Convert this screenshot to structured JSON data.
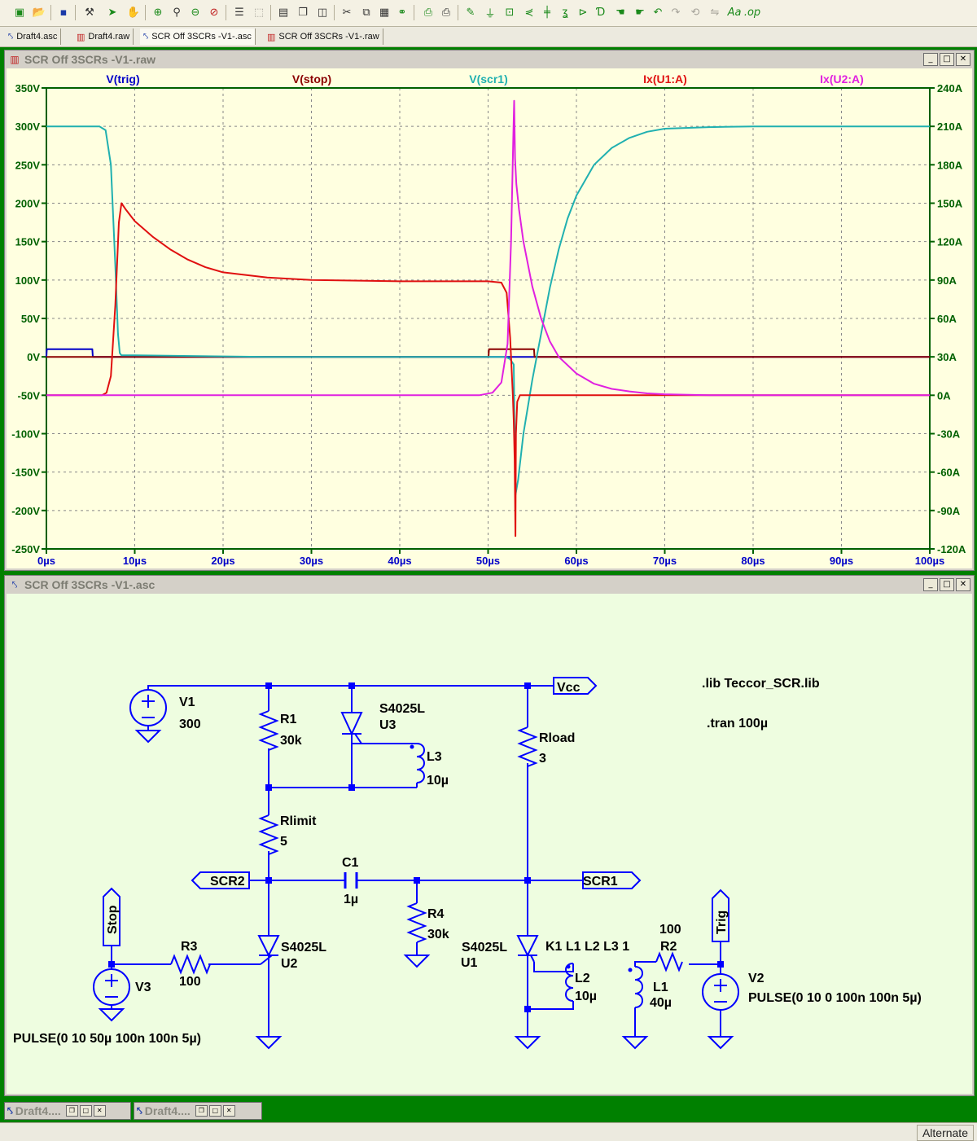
{
  "toolbar": {
    "buttons": [
      "new-schematic",
      "open",
      "save",
      "control-panel",
      "run",
      "halt",
      "zoom-in",
      "zoom-pan",
      "zoom-out",
      "zoom-cancel",
      "autorange",
      "zoom-rect",
      "tile-horizontal",
      "cascade",
      "tile-vertical",
      "cut",
      "copy",
      "paste",
      "find",
      "print-setup",
      "print",
      "wire",
      "ground",
      "label-net",
      "resistor",
      "capacitor",
      "inductor",
      "diode",
      "component",
      "move",
      "drag",
      "undo",
      "redo",
      "rotate",
      "mirror",
      "text",
      "spice-directive"
    ]
  },
  "tabs": [
    {
      "label": "Draft4.asc",
      "icon": "schematic-icon"
    },
    {
      "label": "Draft4.raw",
      "icon": "waveform-icon"
    },
    {
      "label": "SCR Off 3SCRs -V1-.asc",
      "icon": "schematic-icon",
      "active": true
    },
    {
      "label": "SCR Off 3SCRs -V1-.raw",
      "icon": "waveform-icon"
    }
  ],
  "wave_window": {
    "title": "SCR Off 3SCRs -V1-.raw"
  },
  "sch_window": {
    "title": "SCR Off 3SCRs -V1-.asc"
  },
  "chart_data": {
    "type": "line",
    "x_unit": "µs",
    "xlim": [
      0,
      100
    ],
    "x_ticks": [
      "0µs",
      "10µs",
      "20µs",
      "30µs",
      "40µs",
      "50µs",
      "60µs",
      "70µs",
      "80µs",
      "90µs",
      "100µs"
    ],
    "left_axis": {
      "unit": "V",
      "ylim": [
        -250,
        350
      ],
      "ticks": [
        "350V",
        "300V",
        "250V",
        "200V",
        "150V",
        "100V",
        "50V",
        "0V",
        "-50V",
        "-100V",
        "-150V",
        "-200V",
        "-250V"
      ]
    },
    "right_axis": {
      "unit": "A",
      "ylim": [
        -120,
        240
      ],
      "ticks": [
        "240A",
        "210A",
        "180A",
        "150A",
        "120A",
        "90A",
        "60A",
        "30A",
        "0A",
        "-30A",
        "-60A",
        "-90A",
        "-120A"
      ]
    },
    "grid": true,
    "series": [
      {
        "name": "V(trig)",
        "color": "#0000c8",
        "axis": "left",
        "x": [
          0,
          0.05,
          5.2,
          5.25,
          100
        ],
        "y": [
          0,
          10,
          10,
          0,
          0
        ]
      },
      {
        "name": "V(stop)",
        "color": "#8b0000",
        "axis": "left",
        "x": [
          0,
          50.05,
          50.1,
          55.2,
          55.25,
          100
        ],
        "y": [
          0,
          0,
          10,
          10,
          0,
          0
        ]
      },
      {
        "name": "V(scr1)",
        "color": "#20b0b0",
        "axis": "left",
        "x": [
          0,
          6,
          6.7,
          7.3,
          7.8,
          8.1,
          8.3,
          8.5,
          10,
          25,
          52,
          52.5,
          52.9,
          53.1,
          53.4,
          54,
          55,
          56,
          57,
          58,
          59,
          60,
          62,
          64,
          66,
          68,
          70,
          75,
          80,
          100
        ],
        "y": [
          300,
          300,
          295,
          250,
          120,
          30,
          5,
          2,
          2,
          0,
          0,
          -3,
          -10,
          -180,
          -160,
          -100,
          -30,
          30,
          90,
          140,
          180,
          210,
          250,
          272,
          285,
          293,
          297,
          299,
          300,
          300
        ]
      },
      {
        "name": "Ix(U1:A)",
        "color": "#e01010",
        "axis": "right",
        "x": [
          0,
          6.3,
          6.8,
          7.3,
          7.8,
          8.2,
          8.5,
          9,
          10,
          11,
          12,
          14,
          16,
          18,
          20,
          25,
          30,
          40,
          50,
          51.5,
          52.1,
          52.5,
          52.8,
          52.9,
          53.0,
          53.1,
          53.15,
          53.3,
          53.6,
          54,
          55,
          60,
          100
        ],
        "y": [
          0,
          0,
          2,
          15,
          70,
          135,
          150,
          145,
          136,
          130,
          124,
          114,
          106,
          100,
          96,
          92,
          90,
          89,
          89,
          88,
          80,
          45,
          0,
          -20,
          -50,
          -110,
          -30,
          -5,
          0,
          0,
          0,
          0,
          0
        ]
      },
      {
        "name": "Ix(U2:A)",
        "color": "#e020e0",
        "axis": "right",
        "x": [
          0,
          49,
          50.5,
          51.5,
          52.2,
          52.6,
          52.85,
          52.95,
          53.05,
          53.2,
          53.5,
          54,
          55,
          56,
          57,
          58,
          60,
          62,
          64,
          66,
          68,
          70,
          75,
          100
        ],
        "y": [
          0,
          0,
          2,
          10,
          40,
          120,
          200,
          230,
          185,
          165,
          145,
          120,
          85,
          60,
          42,
          30,
          17,
          9,
          5,
          3,
          1.5,
          0.8,
          0,
          0
        ]
      }
    ]
  },
  "schematic": {
    "labels": {
      "vcc": "Vcc",
      "scr2": "SCR2",
      "scr1": "SCR1",
      "stop": "Stop",
      "trig": "Trig",
      "v1_name": "V1",
      "v1_val": "300",
      "v2_name": "V2",
      "v2_val": "PULSE(0 10 0 100n 100n 5µ)",
      "v3_name": "V3",
      "v3_val": "PULSE(0 10 50µ 100n 100n 5µ)",
      "r1_name": "R1",
      "r1_val": "30k",
      "rlimit_name": "Rlimit",
      "rlimit_val": "5",
      "rload_name": "Rload",
      "rload_val": "3",
      "r2_name": "R2",
      "r2_val": "100",
      "r3_name": "R3",
      "r3_val": "100",
      "r4_name": "R4",
      "r4_val": "30k",
      "c1_name": "C1",
      "c1_val": "1µ",
      "l1_name": "L1",
      "l1_val": "40µ",
      "l2_name": "L2",
      "l2_val": "10µ",
      "l3_name": "L3",
      "l3_val": "10µ",
      "u1_part": "S4025L",
      "u1_name": "U1",
      "u2_part": "S4025L",
      "u2_name": "U2",
      "u3_part": "S4025L",
      "u3_name": "U3",
      "lib": ".lib Teccor_SCR.lib",
      "tran": ".tran 100µ",
      "coupling": "K1 L1 L2 L3 1"
    },
    "wire_color": "#0000ff",
    "background": "#eefde0"
  },
  "minimized": [
    {
      "title": "Draft4...."
    },
    {
      "title": "Draft4...."
    }
  ],
  "status": {
    "mode": "Alternate"
  }
}
